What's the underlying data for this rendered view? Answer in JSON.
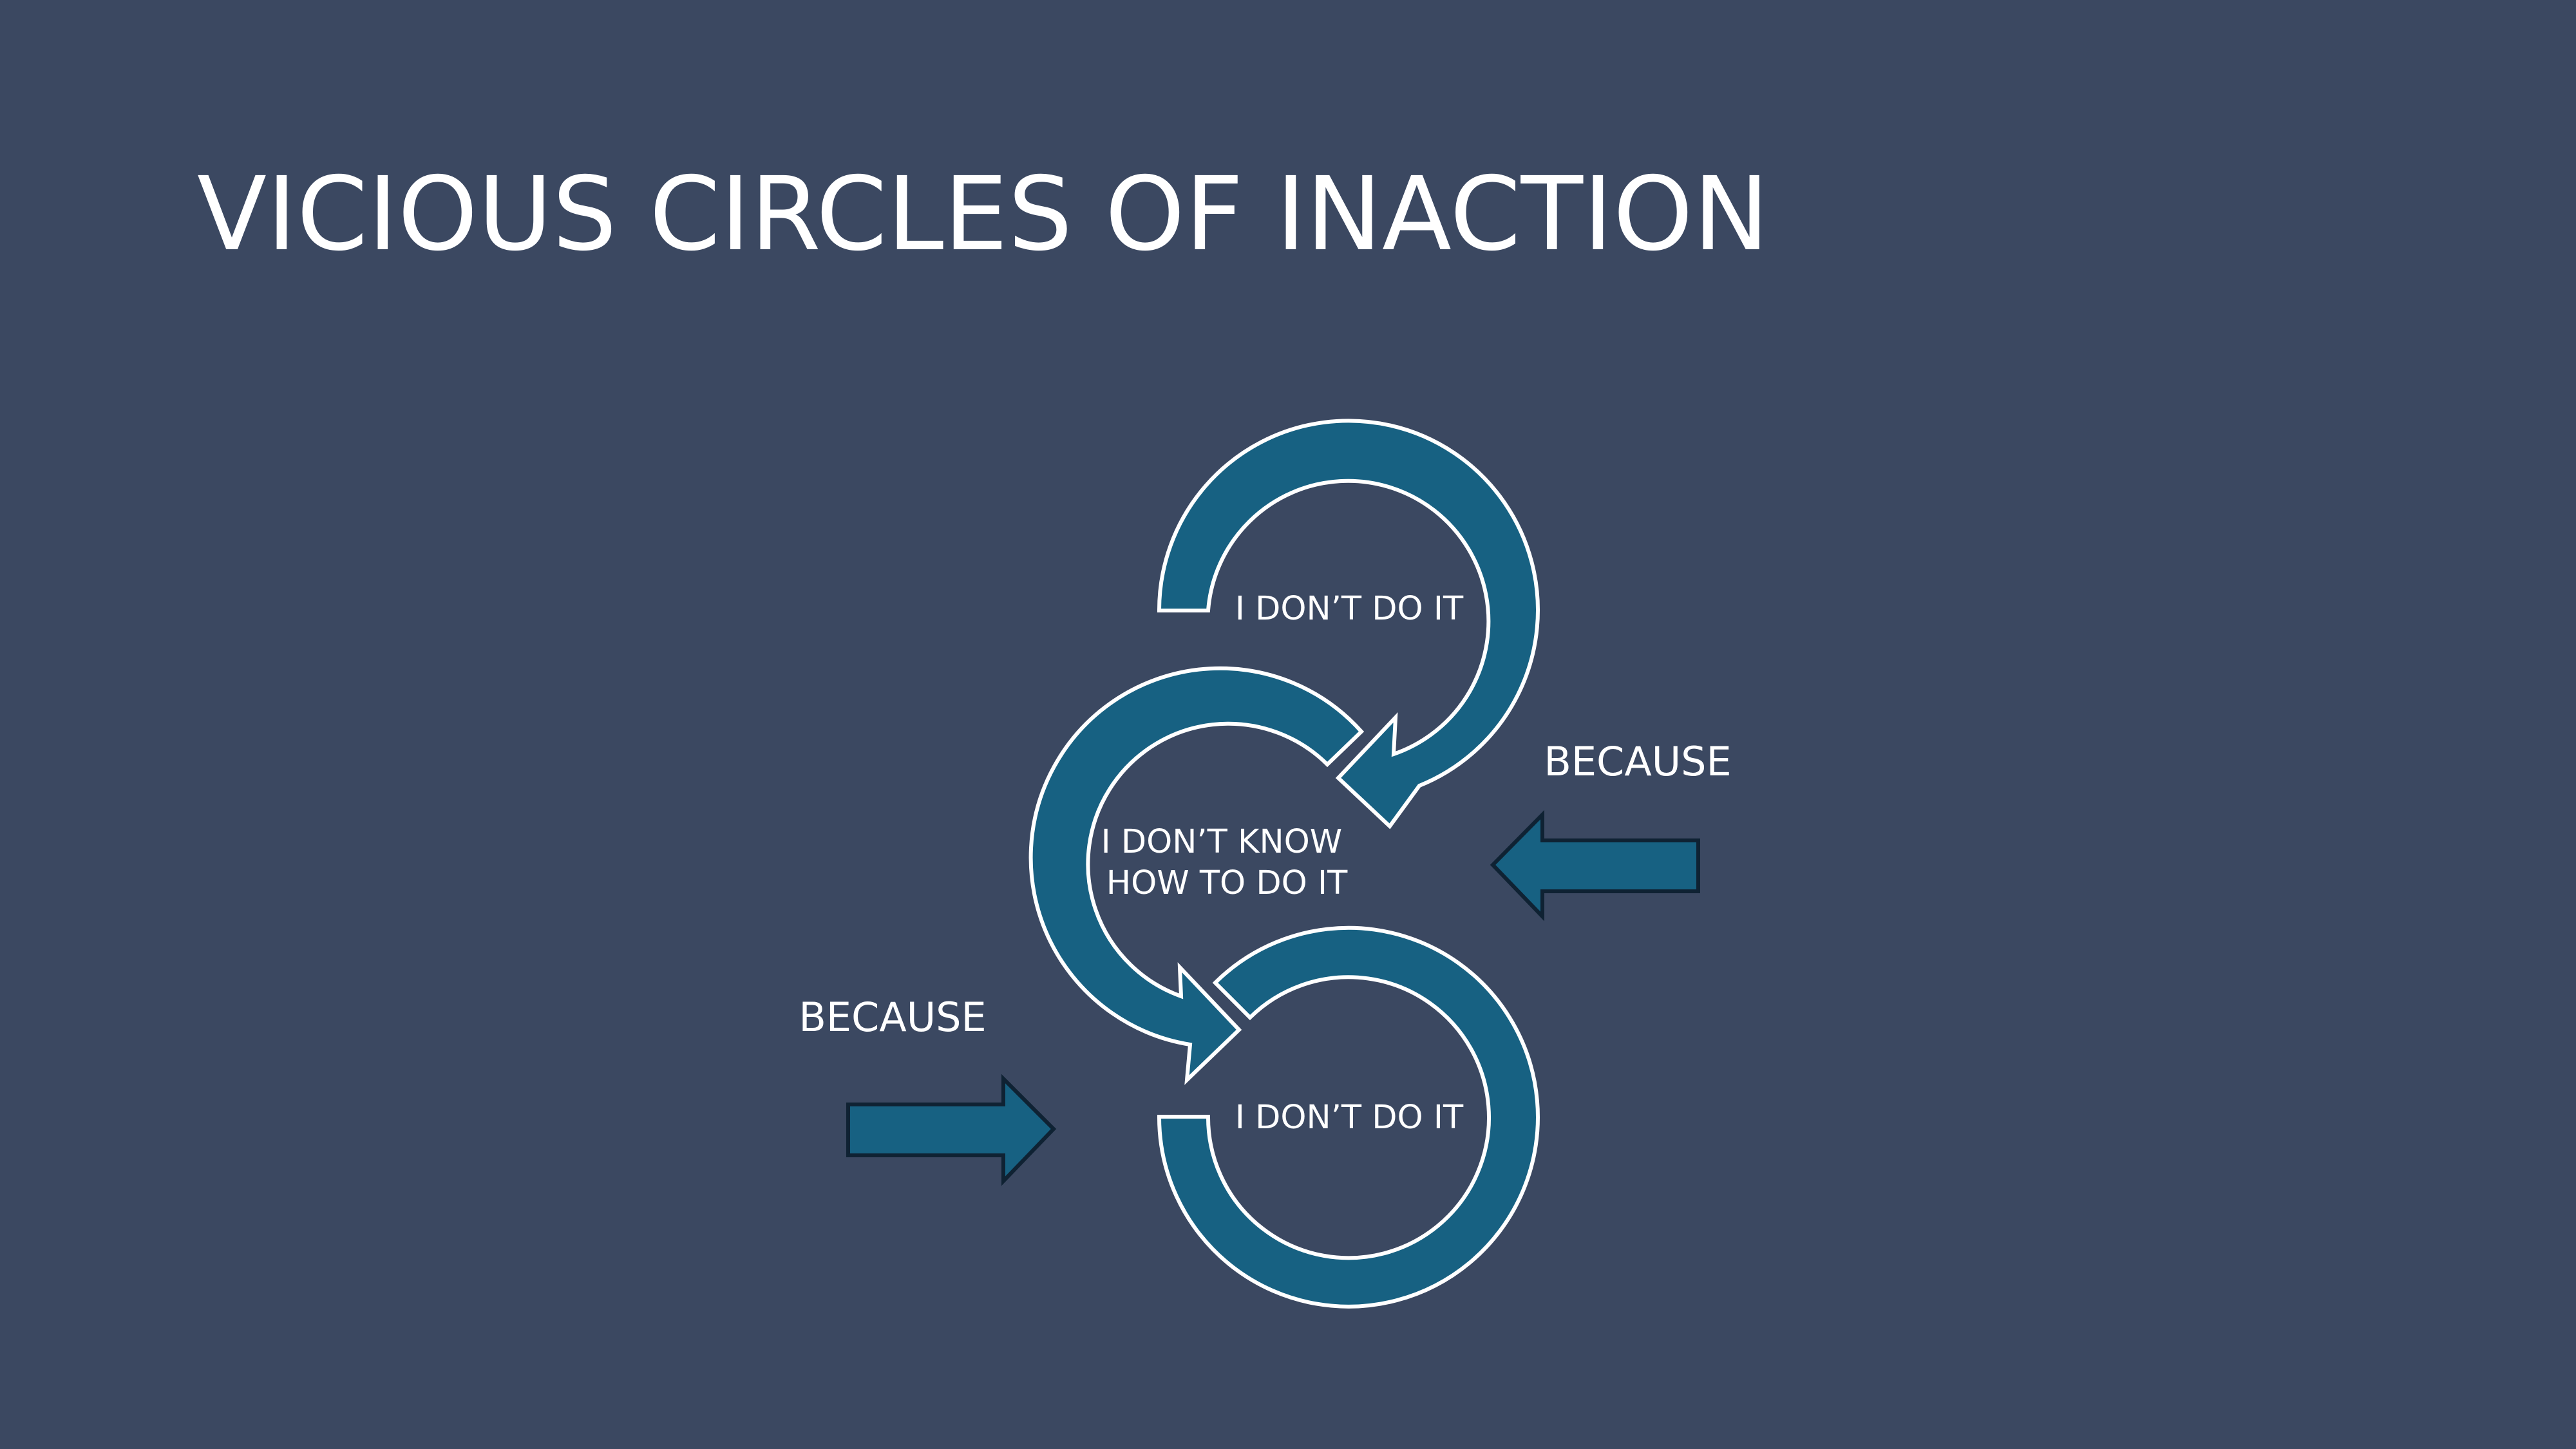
{
  "slide": {
    "title": "VICIOUS CIRCLES OF INACTION",
    "background_color": "#3b4861",
    "accent_color": "#176182"
  },
  "diagram": {
    "circles": [
      {
        "label": "I DON’T DO IT"
      },
      {
        "label_lines": [
          "I DON’T KNOW",
          "HOW TO DO IT"
        ]
      },
      {
        "label": "I DON’T DO IT"
      }
    ],
    "because_labels": [
      "BECAUSE",
      "BECAUSE"
    ],
    "arrows": [
      {
        "direction": "left"
      },
      {
        "direction": "right"
      }
    ]
  }
}
